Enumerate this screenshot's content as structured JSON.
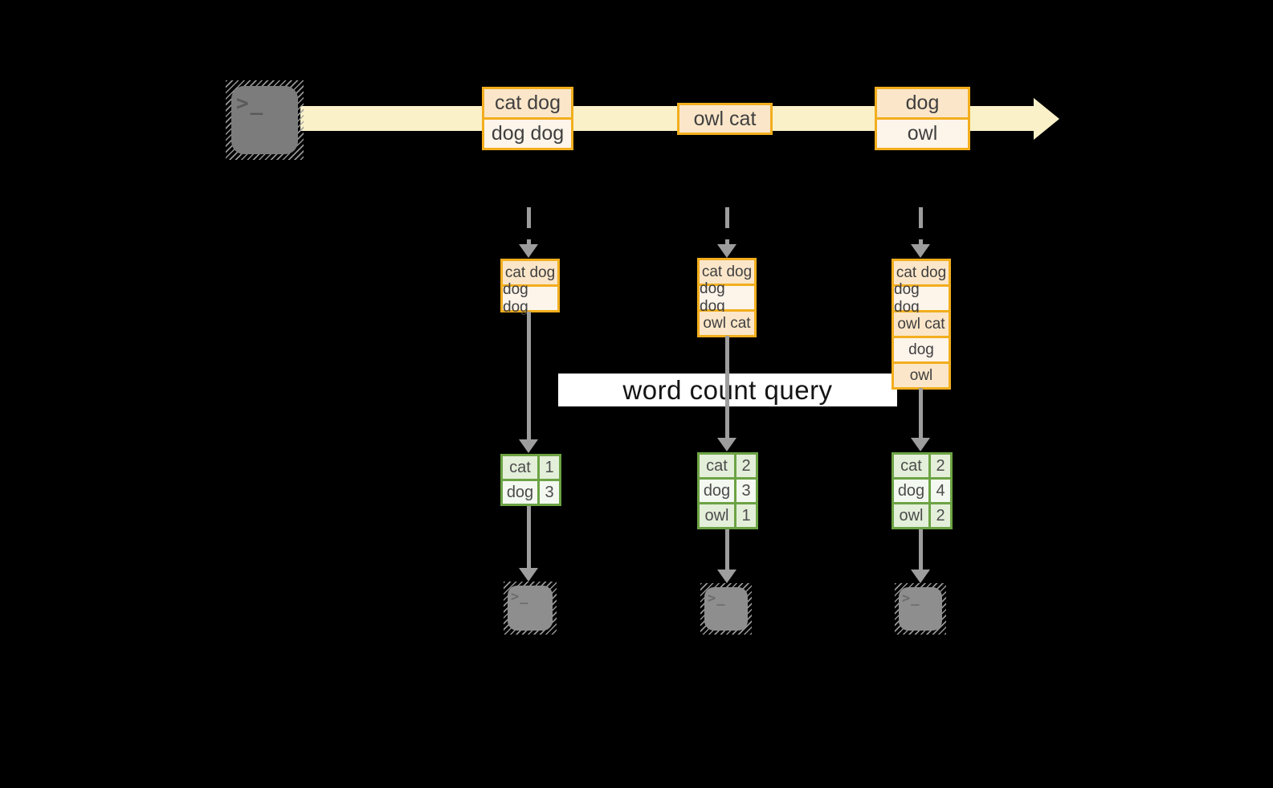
{
  "query_banner": "word count query",
  "terminal": {
    "glyph": ">_"
  },
  "stream_batches": [
    {
      "rows": [
        "cat dog",
        "dog dog"
      ]
    },
    {
      "rows": [
        "owl cat"
      ]
    },
    {
      "rows": [
        "dog",
        "owl"
      ]
    }
  ],
  "columns": [
    {
      "buffer": [
        "cat dog",
        "dog dog"
      ],
      "counts": [
        [
          "cat",
          "1"
        ],
        [
          "dog",
          "3"
        ]
      ]
    },
    {
      "buffer": [
        "cat dog",
        "dog dog",
        "owl cat"
      ],
      "counts": [
        [
          "cat",
          "2"
        ],
        [
          "dog",
          "3"
        ],
        [
          "owl",
          "1"
        ]
      ]
    },
    {
      "buffer": [
        "cat dog",
        "dog dog",
        "owl cat",
        "dog",
        "owl"
      ],
      "counts": [
        [
          "cat",
          "2"
        ],
        [
          "dog",
          "4"
        ],
        [
          "owl",
          "2"
        ]
      ]
    }
  ],
  "colors": {
    "background": "#000000",
    "stream_band": "#fbf1c8",
    "box_border": "#f2ae1d",
    "box_fill_dark": "#fbe6c9",
    "box_fill_light": "#fdf4ea",
    "table_border": "#6ca344",
    "table_fill_dark": "#e4efda",
    "table_fill_light": "#f3f8f0",
    "arrow_gray": "#9d9d9d",
    "banner_bg": "#ffffff"
  }
}
